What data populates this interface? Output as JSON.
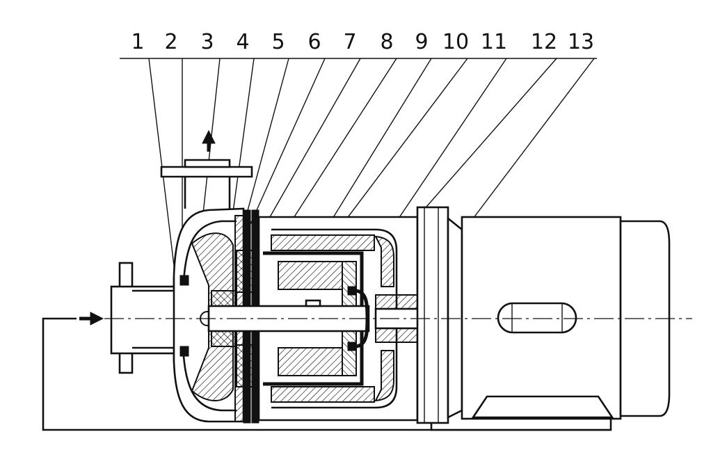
{
  "labels": [
    "1",
    "2",
    "3",
    "4",
    "5",
    "6",
    "7",
    "8",
    "9",
    "10",
    "11",
    "12",
    "13"
  ],
  "colors": {
    "line": "#111111",
    "background": "#ffffff"
  },
  "icons": {
    "inlet": "arrow-right-icon",
    "outlet": "arrow-up-icon"
  }
}
